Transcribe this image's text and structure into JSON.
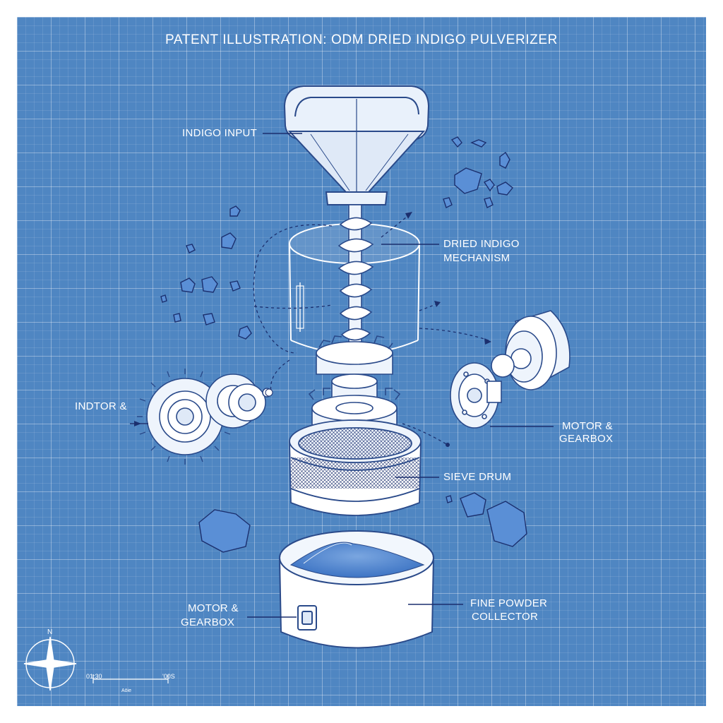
{
  "title": "PATENT ILLUSTRATION: ODM DRIED INDIGO PULVERIZER",
  "labels": {
    "indigo_input": "INDIGO INPUT",
    "mechanism_1": "DRIED INDIGO",
    "mechanism_2": "MECHANISM",
    "left_gear": "INDTOR &",
    "motor_right_1": "MOTOR &",
    "motor_right_2": "GEARBOX",
    "sieve": "SIEVE DRUM",
    "motor_bottom_1": "MOTOR &",
    "motor_bottom_2": "GEARBOX",
    "collector_1": "FINE POWDER",
    "collector_2": "COLLECTOR"
  },
  "compass": {
    "north": "N"
  },
  "scale": {
    "left": "01:30",
    "right": "'00S",
    "caption": "Aōie"
  },
  "colors": {
    "background": "#4f86c2",
    "line": "#ffffff",
    "ink": "#1b2f6e",
    "powder": "#5a8fd6"
  },
  "icons": [
    "compass-rose-icon",
    "hopper-icon",
    "auger-icon",
    "gear-icon",
    "motor-icon",
    "sieve-icon",
    "collector-icon"
  ]
}
